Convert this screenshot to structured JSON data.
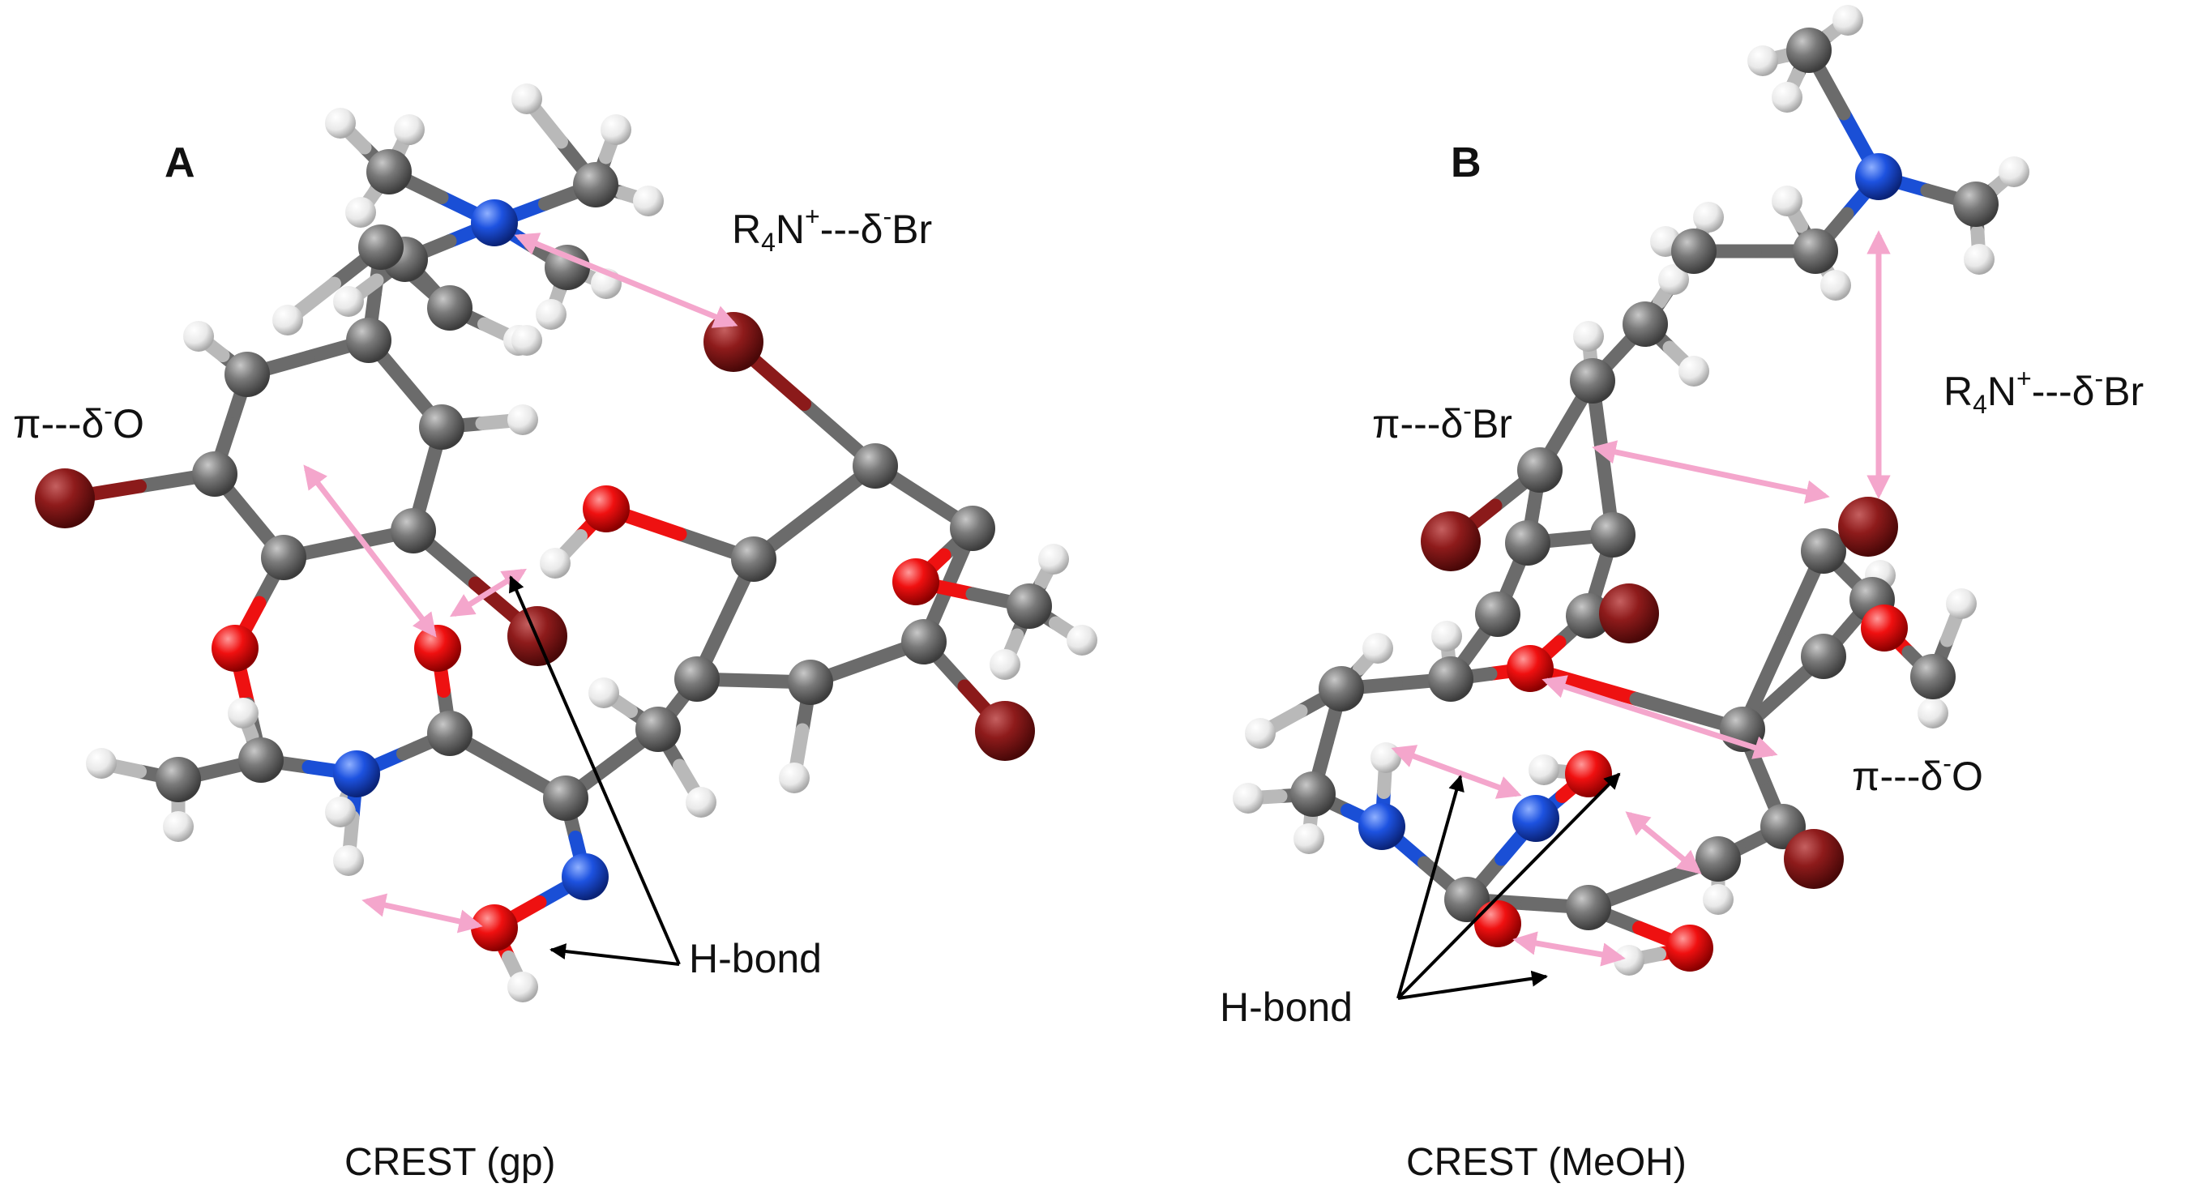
{
  "panels": [
    {
      "letter": "A",
      "caption": "CREST (gp)",
      "labels": {
        "cation_bromine": {
          "pre": "R",
          "sub": "4",
          "mid": "N",
          "sup": "+",
          "post": "---δ",
          "sup2": "-",
          "end": "Br"
        },
        "pi_oxygen": {
          "pre": "π---δ",
          "sup": "-",
          "end": "O"
        },
        "hbond": "H-bond"
      }
    },
    {
      "letter": "B",
      "caption": "CREST (MeOH)",
      "labels": {
        "pi_bromine": {
          "pre": "π---δ",
          "sup": "-",
          "end": "Br"
        },
        "cation_bromine": {
          "pre": "R",
          "sub": "4",
          "mid": "N",
          "sup": "+",
          "post": "---δ",
          "sup2": "-",
          "end": "Br"
        },
        "pi_oxygen": {
          "pre": "π---δ",
          "sup": "-",
          "end": "O"
        },
        "hbond": "H-bond"
      }
    }
  ],
  "colors": {
    "carbon": "#6b6b6b",
    "hydrogen": "#eeeeee",
    "oxygen": "#ee1111",
    "nitrogen": "#1a4fd6",
    "bromine": "#8b1a1a",
    "interaction_arrow": "#f4a6cc",
    "hbond_arrow": "#000000"
  }
}
